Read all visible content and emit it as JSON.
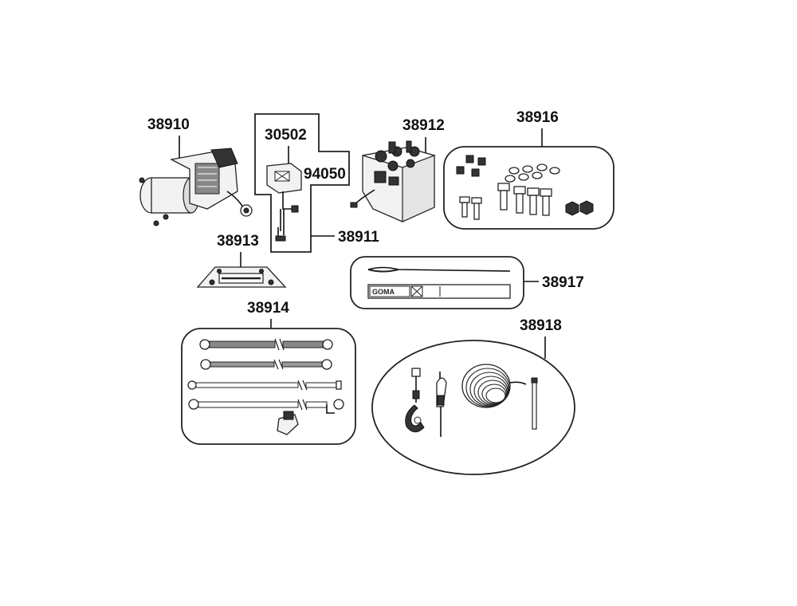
{
  "parts": {
    "p38910": "38910",
    "p30502": "30502",
    "p94050": "94050",
    "p38911": "38911",
    "p38912": "38912",
    "p38916": "38916",
    "p38913": "38913",
    "p38917": "38917",
    "p38914": "38914",
    "p38918": "38918"
  },
  "label_sticker_text": "GOMA"
}
